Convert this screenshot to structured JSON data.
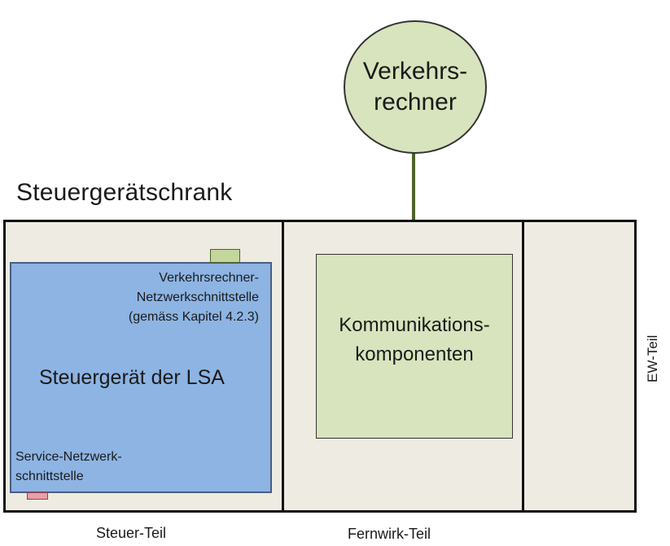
{
  "top_node": {
    "line1": "Verkehrs-",
    "line2": "rechner"
  },
  "cabinet": {
    "title": "Steuergerätschrank",
    "sections": {
      "steuer": "Steuer-Teil",
      "fernwirk": "Fernwirk-Teil",
      "ew": "EW-Teil"
    }
  },
  "controller": {
    "title": "Steuergerät der LSA",
    "network_interface": {
      "line1": "Verkehrsrechner-",
      "line2": "Netzwerkschnittstelle",
      "line3": "(gemäss Kapitel 4.2.3)"
    },
    "service_interface": {
      "line1": "Service-Netzwerk-",
      "line2": "schnittstelle"
    }
  },
  "communication": {
    "line1": "Kommunikations-",
    "line2": "komponenten"
  },
  "colors": {
    "green_fill": "#d7e4bd",
    "blue_fill": "#8db4e3",
    "line_green": "#4f6228",
    "cabinet_fill": "#eeebe2",
    "pink_port": "#e6a0a8"
  }
}
